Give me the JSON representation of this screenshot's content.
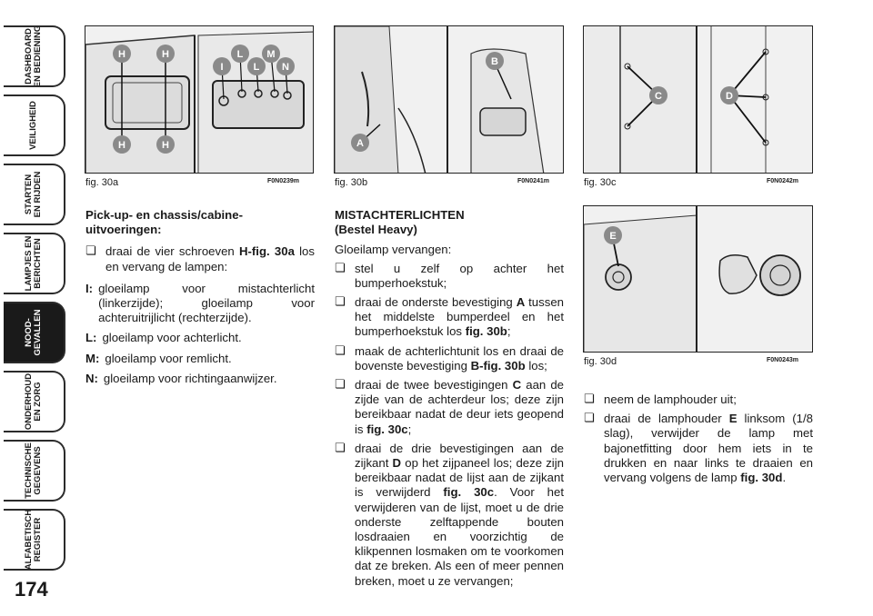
{
  "page_number": "174",
  "sidebar": {
    "tabs": [
      {
        "label": "DASHBOARD\nEN BEDIENING",
        "active": false
      },
      {
        "label": "VEILIGHEID",
        "active": false
      },
      {
        "label": "STARTEN\nEN RIJDEN",
        "active": false
      },
      {
        "label": "LAMPJES EN\nBERICHTEN",
        "active": false
      },
      {
        "label": "NOOD-\nGEVALLEN",
        "active": true
      },
      {
        "label": "ONDERHOUD\nEN ZORG",
        "active": false
      },
      {
        "label": "TECHNISCHE\nGEGEVENS",
        "active": false
      },
      {
        "label": "ALFABETISCH\nREGISTER",
        "active": false
      }
    ]
  },
  "figures": {
    "fig30a": {
      "caption": "fig. 30a",
      "code": "F0N0239m",
      "labels": [
        "H",
        "H",
        "H",
        "H",
        "I",
        "L",
        "M",
        "L",
        "N"
      ]
    },
    "fig30b": {
      "caption": "fig. 30b",
      "code": "F0N0241m",
      "labels": [
        "A",
        "B"
      ]
    },
    "fig30c": {
      "caption": "fig. 30c",
      "code": "F0N0242m",
      "labels": [
        "C",
        "D"
      ]
    },
    "fig30d": {
      "caption": "fig. 30d",
      "code": "F0N0243m",
      "labels": [
        "E"
      ]
    }
  },
  "col1": {
    "heading": "Pick-up- en chassis/cabine-uitvoeringen:",
    "bullet_pre": "draai de vier schroeven ",
    "bullet_bold": "H-fig. 30a",
    "bullet_post": " los en vervang de lampen:",
    "items": [
      {
        "key": "I:",
        "text": "gloeilamp voor mistachterlicht (linkerzijde); gloeilamp voor achteruitrijlicht (rechterzijde)."
      },
      {
        "key": "L:",
        "text": "gloeilamp voor achterlicht."
      },
      {
        "key": "M:",
        "text": "gloeilamp voor remlicht."
      },
      {
        "key": "N:",
        "text": "gloeilamp voor richtingaanwijzer."
      }
    ]
  },
  "col2": {
    "heading1": "MISTACHTERLICHTEN",
    "heading2": "(Bestel Heavy)",
    "sub": "Gloeilamp vervangen:",
    "b1": "stel u zelf op achter het bumperhoekstuk;",
    "b2_pre": "draai de onderste bevestiging ",
    "b2_bold1": "A",
    "b2_mid": " tussen het middelste bumperdeel en het bumperhoekstuk los ",
    "b2_bold2": "fig. 30b",
    "b2_post": ";",
    "b3_pre": "maak de achterlichtunit los en draai de bovenste bevestiging ",
    "b3_bold": "B-fig. 30b",
    "b3_post": " los;",
    "b4_pre": "draai de twee bevestigingen ",
    "b4_bold1": "C",
    "b4_mid": " aan de zijde van de achterdeur los; deze zijn bereikbaar nadat de deur iets geopend is ",
    "b4_bold2": "fig. 30c",
    "b4_post": ";",
    "b5_pre": "draai de drie bevestigingen aan de zijkant ",
    "b5_bold1": "D",
    "b5_mid": " op het zijpaneel los; deze zijn bereikbaar nadat de lijst aan de zijkant is verwijderd ",
    "b5_bold2": "fig. 30c",
    "b5_post": ". Voor het verwijderen van de lijst, moet u de drie onderste zelftappende bouten losdraaien en voorzichtig de klikpennen losmaken om te voorkomen dat ze breken. Als een of meer pennen breken, moet u ze vervangen;"
  },
  "col3": {
    "b1": "neem de lamphouder uit;",
    "b2_pre": "draai de lamphouder ",
    "b2_bold1": "E",
    "b2_mid": " linksom (1/8 slag), verwijder de lamp met bajonetfitting door hem iets in te drukken en naar links te draaien en vervang volgens de lamp ",
    "b2_bold2": "fig. 30d",
    "b2_post": "."
  },
  "colors": {
    "badge": "#8a8a8a",
    "ink": "#1a1a1a",
    "active_tab": "#1a1a1a"
  }
}
